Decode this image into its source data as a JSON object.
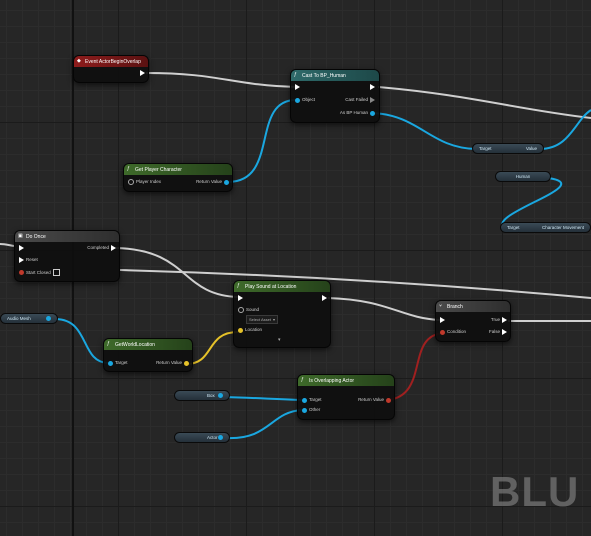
{
  "colors": {
    "event_header": "#8e1c1c",
    "cast_header": "#2e6a6a",
    "pure_header": "#3e6a2a",
    "exec_wire": "#d0d0d0",
    "object_wire": "#1aa7e0",
    "vector_wire": "#e6c229",
    "bool_wire": "#a02020"
  },
  "nodes": {
    "event_begin": {
      "title": "Event ActorBeginOverlap"
    },
    "cast": {
      "title": "Cast To BP_Human",
      "pin_object": "Object",
      "pin_cast_failed": "Cast Failed",
      "pin_as": "As BP Human"
    },
    "get_player": {
      "title": "Get Player Character",
      "pin_index": "Player Index",
      "pin_return": "Return Value"
    },
    "set_target": {
      "pin_target": "Target",
      "pin_value": "Value"
    },
    "get_small": {
      "label": "Human"
    },
    "target_pill_right": {
      "pin_target": "Target",
      "pin_right": "Character Movement"
    },
    "do_once": {
      "title": "Do Once",
      "pin_completed": "Completed",
      "pin_reset": "Reset",
      "pin_start_closed": "Start Closed"
    },
    "play_sound": {
      "title": "Play Sound at Location",
      "pin_sound": "Sound",
      "sound_value": "Select Asset",
      "pin_location": "Location"
    },
    "get_actor_location": {
      "title": "GetWorldLocation",
      "pin_target": "Target",
      "pin_return": "Return Value"
    },
    "audio_pill": {
      "label": "Audio Mesh"
    },
    "branch": {
      "title": "Branch",
      "pin_condition": "Condition",
      "pin_true": "True",
      "pin_false": "False"
    },
    "is_overlapping": {
      "title": "Is Overlapping Actor",
      "pin_target": "Target",
      "pin_other": "Other",
      "pin_return": "Return Value"
    },
    "box_pill": {
      "label": "Box"
    },
    "actor_pill": {
      "label": "Actor"
    }
  },
  "watermark": "BLU"
}
